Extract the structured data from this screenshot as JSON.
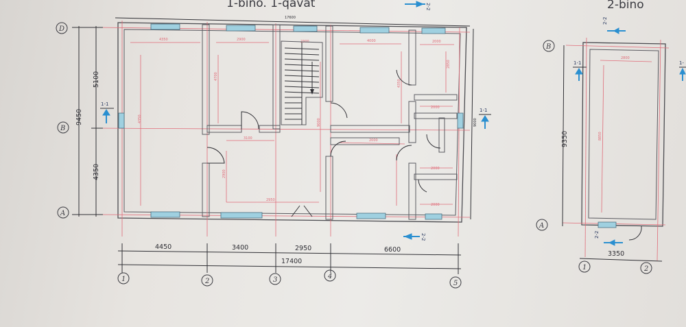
{
  "titles": {
    "plan1": "1-bino. 1-qavat",
    "plan2": "2-bino"
  },
  "plan1": {
    "overall_top": "17600",
    "dims_bottom": [
      "4450",
      "3400",
      "2950",
      "6600"
    ],
    "total_bottom": "17400",
    "dims_left": [
      "5100",
      "4350"
    ],
    "total_left": "9450",
    "total_right": "9000",
    "axes_horizontal": [
      "1",
      "2",
      "3",
      "4",
      "5"
    ],
    "axes_vertical": [
      "D",
      "B",
      "A"
    ],
    "section_marks": [
      "1-1",
      "1-1",
      "2-2",
      "2-2"
    ],
    "room_dims": [
      "4350",
      "2900",
      "2300",
      "4000",
      "2000",
      "2850",
      "3100",
      "2900",
      "4350",
      "2950",
      "2000",
      "4700",
      "2000",
      "2000",
      "2000",
      "9000",
      "4350"
    ]
  },
  "plan2": {
    "total_left": "9350",
    "dims_bottom": "3350",
    "axes_horizontal": [
      "1",
      "2"
    ],
    "axes_vertical": [
      "B",
      "A"
    ],
    "section_marks": [
      "2-2",
      "1-1",
      "2-2",
      "1-"
    ],
    "room_dims": [
      "2800",
      "8850"
    ]
  }
}
